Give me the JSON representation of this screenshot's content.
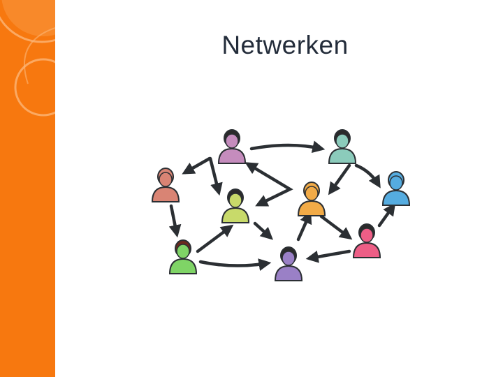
{
  "slide": {
    "title": "Netwerken",
    "accent_color": "#f7780f"
  },
  "network": {
    "icon": "people-network-illustration",
    "people": [
      {
        "id": "p-top-left",
        "color": "#c58cbd",
        "hair": "#2a2a2a"
      },
      {
        "id": "p-top-right",
        "color": "#8bcbbb",
        "hair": "#2a2a2a"
      },
      {
        "id": "p-left",
        "color": "#d98474",
        "hair": "#d98474"
      },
      {
        "id": "p-center",
        "color": "#c8da6a",
        "hair": "#2a2a2a"
      },
      {
        "id": "p-center-right",
        "color": "#f2ab47",
        "hair": "#f2ab47"
      },
      {
        "id": "p-right",
        "color": "#55ace0",
        "hair": "#55ace0"
      },
      {
        "id": "p-bottom-left",
        "color": "#7fd466",
        "hair": "#6b2a1e"
      },
      {
        "id": "p-bottom",
        "color": "#9a80c6",
        "hair": "#2a2a2a"
      },
      {
        "id": "p-bottom-right",
        "color": "#ed5e86",
        "hair": "#2a2a2a"
      }
    ]
  }
}
